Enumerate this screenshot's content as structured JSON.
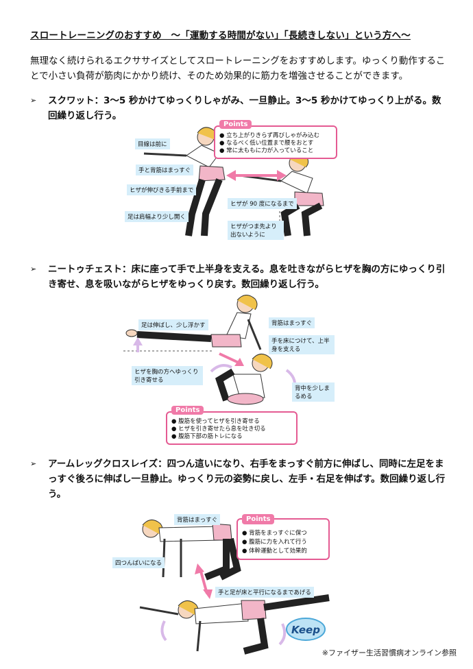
{
  "title": "スロートレーニングのおすすめ　～「運動する時間がない」「長続きしない」という方へ～",
  "intro": "無理なく続けられるエクササイズとしてスロートレーニングをおすすめします。ゆっくり動作することで小さい負荷が筋肉にかかり続け、そのため効果的に筋力を増強させることができます。",
  "exercises": [
    {
      "bullet": "➢",
      "text": "スクワット：3～5 秒かけてゆっくりしゃがみ、一旦静止。3～5 秒かけてゆっくり上がる。数回繰り返し行う。",
      "labels": [
        "目線は前に",
        "手と背筋はまっすぐ",
        "ヒザが伸びきる手前まで",
        "足は肩幅より少し開く",
        "ヒザが 90 度になるまで",
        "ヒザがつま先より出ないように"
      ],
      "points": [
        "立ち上がりきらず再びしゃがみ込む",
        "なるべく低い位置まで腰をおとす",
        "常に太ももに力が入っていること"
      ]
    },
    {
      "bullet": "➢",
      "text": "ニートゥチェスト：床に座って手で上半身を支える。息を吐きながらヒザを胸の方にゆっくり引き寄せ、息を吸いながらヒザをゆっくり戻す。数回繰り返し行う。",
      "labels": [
        "足は伸ばし、少し浮かす",
        "背筋はまっすぐ",
        "手を床につけて、上半身を支える",
        "ヒザを胸の方へゆっくり引き寄せる",
        "背中を少しまるめる"
      ],
      "points": [
        "腹筋を使ってヒザを引き寄せる",
        "ヒザを引き寄せたら息を吐き切る",
        "腹筋下部の筋トレになる"
      ]
    },
    {
      "bullet": "➢",
      "text": "アームレッグクロスレイズ：四つん這いになり、右手をまっすぐ前方に伸ばし、同時に左足をまっすぐ後ろに伸ばし一旦静止。ゆっくり元の姿勢に戻し、左手・右足を伸ばす。数回繰り返し行う。",
      "labels": [
        "背筋はまっすぐ",
        "四つんばいになる",
        "手と足が床と平行になるまであげる"
      ],
      "points": [
        "背筋をまっすぐに保つ",
        "腹筋に力を入れて行う",
        "体幹運動として効果的"
      ],
      "keep": "Keep"
    }
  ],
  "points_badge": "Points",
  "reference": "※ファイザー生活習慣病オンライン参照",
  "colors": {
    "label_bg": "#d6eefa",
    "points_border": "#e45a92",
    "arrow": "#f07aa8",
    "pants": "#f2b6c8",
    "hair": "#f0c24a"
  }
}
